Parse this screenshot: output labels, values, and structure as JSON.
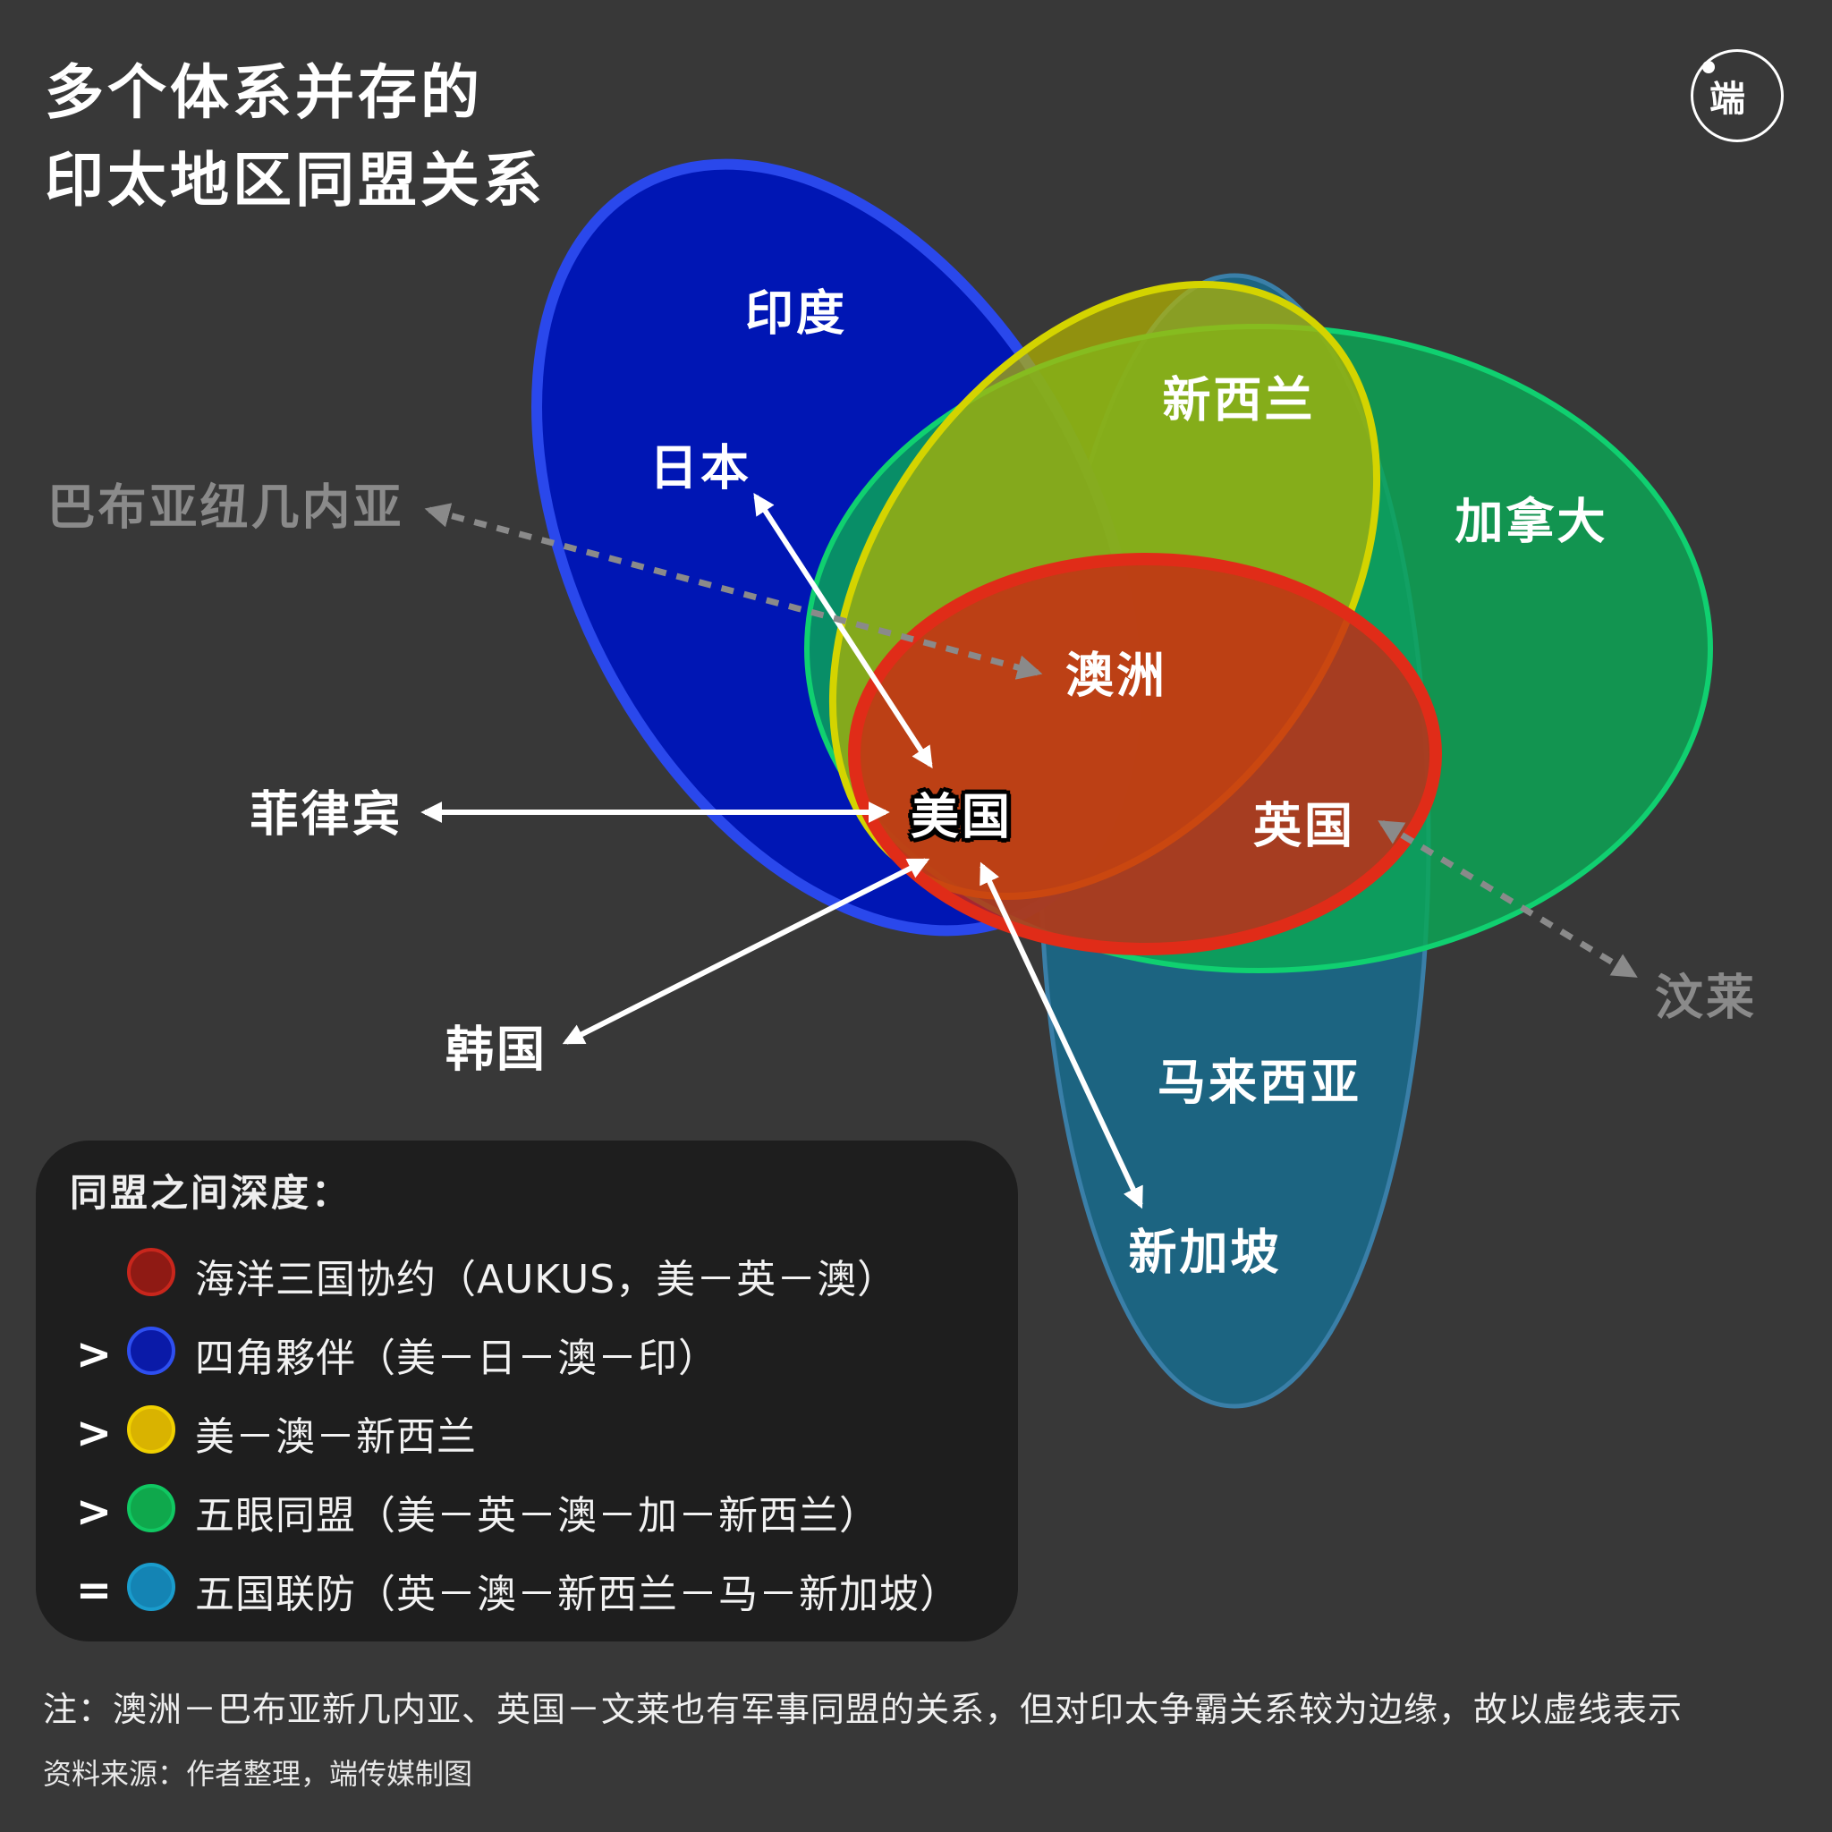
{
  "title": {
    "line1": "多个体系并存的",
    "line2": "印太地区同盟关系"
  },
  "logo": {
    "text": "端"
  },
  "countries": {
    "india": "印度",
    "japan": "日本",
    "new_zealand": "新西兰",
    "canada": "加拿大",
    "australia": "澳洲",
    "us": "美国",
    "uk": "英国",
    "philippines": "菲律宾",
    "south_korea": "韩国",
    "malaysia": "马来西亚",
    "singapore": "新加坡",
    "papua_new_guinea": "巴布亚纽几内亚",
    "brunei": "汶莱"
  },
  "legend": {
    "title": "同盟之间深度：",
    "items": [
      {
        "op": "",
        "label": "海洋三国协约（AUKUS，美－英－澳）",
        "fill": "#8f1a14",
        "stroke": "#c8261c"
      },
      {
        "op": ">",
        "label": "四角夥伴（美－日－澳－印）",
        "fill": "#0a1aa8",
        "stroke": "#2e4ff0"
      },
      {
        "op": ">",
        "label": "美－澳－新西兰",
        "fill": "#d9b300",
        "stroke": "#f0d000"
      },
      {
        "op": ">",
        "label": "五眼同盟（美－英－澳－加－新西兰）",
        "fill": "#0fa84c",
        "stroke": "#10c862"
      },
      {
        "op": "=",
        "label": "五国联防（英－澳－新西兰－马－新加坡）",
        "fill": "#1484b4",
        "stroke": "#1a9ccc"
      }
    ]
  },
  "note": "注：澳洲－巴布亚新几内亚、英国－文莱也有军事同盟的关系，但对印太争霸关系较为边缘，故以虚线表示",
  "source": "资料来源：作者整理，端传媒制图",
  "colors": {
    "background": "#383838",
    "quad": "#0016b4",
    "quad_stroke": "#2a48ec",
    "anzus": "#b4b400",
    "anzus_stroke": "#d4d400",
    "five_eyes": "#0aa855",
    "five_eyes_stroke": "#10d070",
    "fpda": "#1a6888",
    "fpda_stroke": "#3a7fa8",
    "aukus": "#c82814",
    "aukus_stroke": "#e02c18",
    "dashed_arrow": "#8a8a8a"
  }
}
